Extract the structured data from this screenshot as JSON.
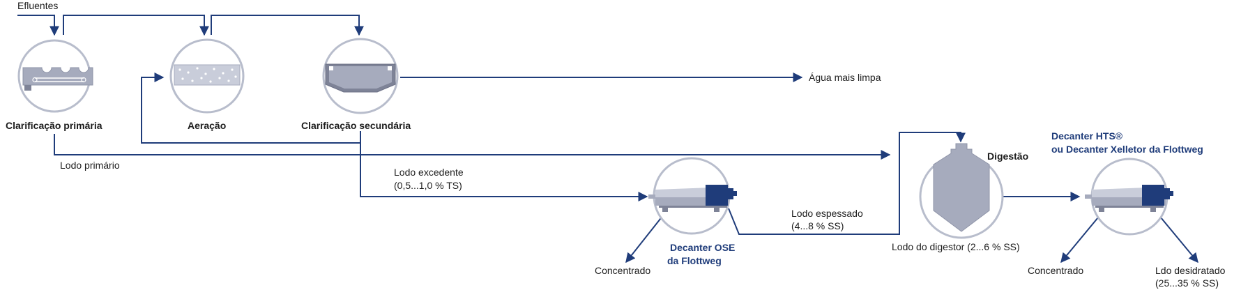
{
  "colors": {
    "flow_line": "#1f3c7a",
    "circle_stroke": "#b8bdcc",
    "equipment_gray": "#a6abbd",
    "equipment_dark": "#1f3c7a",
    "label_blue": "#1f3c7a"
  },
  "labels": {
    "effluents": "Efluentes",
    "clean_water": "Água mais limpa",
    "primary_sludge": "Lodo primário",
    "excess_sludge": "Lodo excedente",
    "excess_sludge_value": "(0,5...1,0 % TS)",
    "thickened_sludge": "Lodo espessado",
    "thickened_sludge_value": "(4...8 % SS)",
    "digester_sludge": "Lodo do digestor (2...6 % SS)",
    "concentrate_1": "Concentrado",
    "concentrate_2": "Concentrado",
    "dewatered_sludge": "Ldo desidratado",
    "dewatered_sludge_value": "(25...35 % SS)"
  },
  "stages": {
    "primary_clarification": "Clarificação primária",
    "aeration": "Aeração",
    "secondary_clarification": "Clarificação secundária",
    "digestion": "Digestão",
    "decanter_ose_line1": "Decanter OSE",
    "decanter_ose_line2": "da Flottweg",
    "decanter_hts_line1": "Decanter HTS®",
    "decanter_hts_line2": "ou Decanter Xelletor da Flottweg"
  }
}
